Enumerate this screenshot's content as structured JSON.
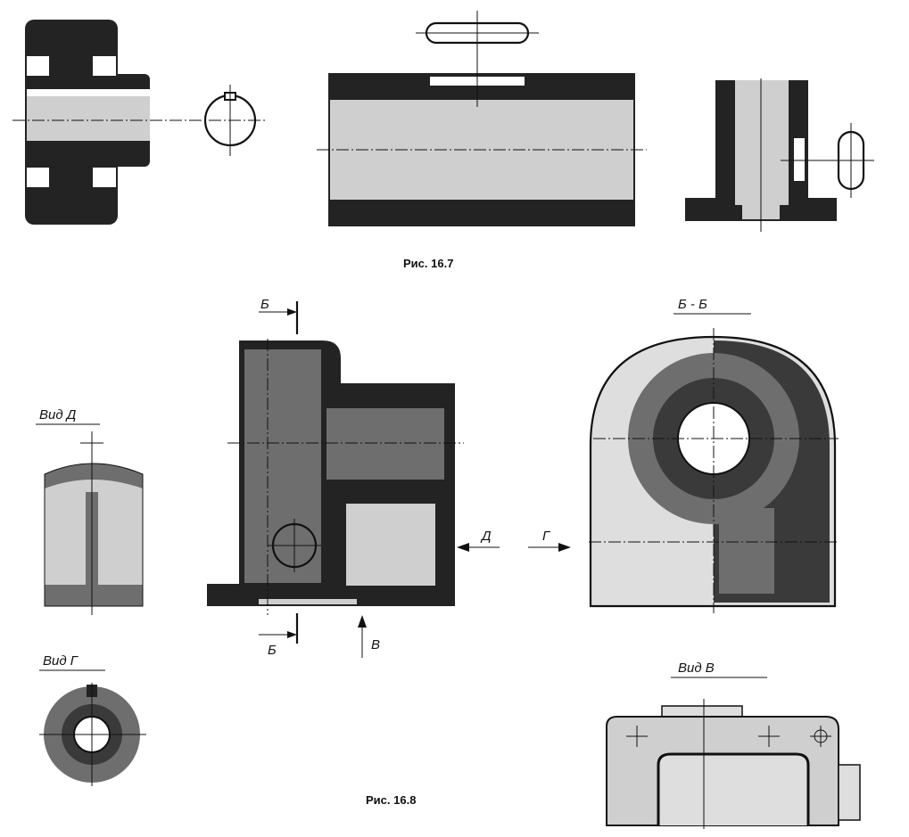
{
  "figures": {
    "fig_16_7": {
      "caption": "Рис. 16.7"
    },
    "fig_16_8": {
      "caption": "Рис. 16.8",
      "labels": {
        "cut_top": "Б",
        "cut_bottom": "Б",
        "section_title": "Б - Б",
        "view_d_title": "Вид Д",
        "view_g_title": "Вид Г",
        "view_v_title": "Вид В",
        "arrow_d": "Д",
        "arrow_g": "Г",
        "arrow_v": "В"
      }
    }
  },
  "colors": {
    "ink": "#111111",
    "dark_fill": "#3a3a3a",
    "light_fill": "#cfcfcf",
    "paper": "#ffffff"
  }
}
